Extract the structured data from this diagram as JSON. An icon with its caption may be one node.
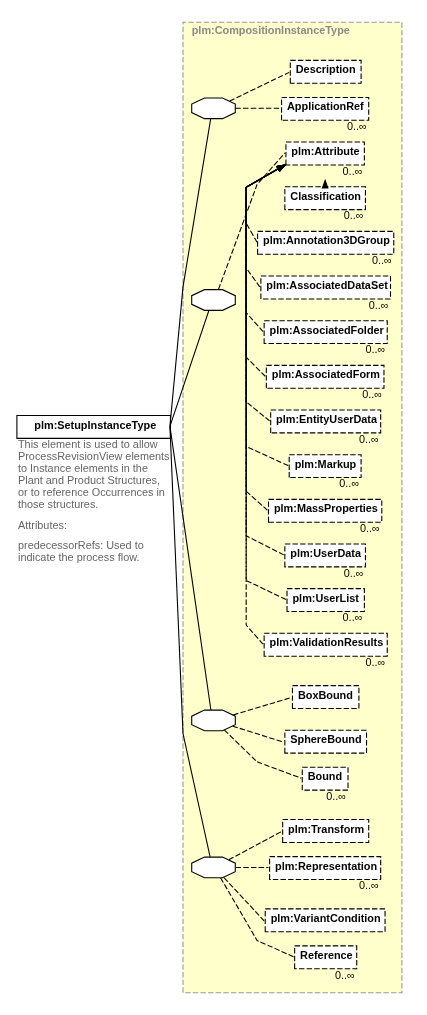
{
  "diagram": {
    "nodes": [
      {
        "text": [
          "plm:SetupInstanceType"
        ],
        "beside": [
          "This element is used to allow ProcessRevisionView elements to Instance elements in the Plant and Product Structures, or to reference Occurrences in those structures.",
          "Attributes:",
          "predecessorRefs: Used to indicate the process flow."
        ]
      },
      {
        "text": [
          "plm:CompositionInstanceType"
        ]
      },
      {
        "text": [],
        "shape": "octagon",
        "in": 1
      },
      {
        "text": [
          "Description"
        ],
        "in": 1
      },
      {
        "text": [
          "ApplicationRef"
        ],
        "in": 1,
        "beside": [
          "0..∞"
        ]
      },
      {
        "text": [],
        "shape": "octagon",
        "in": 1
      },
      {
        "text": [
          "plm:Attribute"
        ],
        "in": 1,
        "beside": [
          "0..∞"
        ]
      },
      {
        "text": [
          "Classification"
        ],
        "in": 1,
        "beside": [
          "0..∞"
        ]
      },
      {
        "text": [
          "plm:Annotation3DGroup"
        ],
        "in": 1,
        "beside": [
          "0..∞"
        ]
      },
      {
        "text": [
          "plm:AssociatedDataSet"
        ],
        "in": 1,
        "beside": [
          "0..∞"
        ]
      },
      {
        "text": [
          "plm:AssociatedFolder"
        ],
        "in": 1,
        "beside": [
          "0..∞"
        ]
      },
      {
        "text": [
          "plm:AssociatedForm"
        ],
        "in": 1,
        "beside": [
          "0..∞"
        ]
      },
      {
        "text": [
          "plm:EntityUserData"
        ],
        "in": 1,
        "beside": [
          "0..∞"
        ]
      },
      {
        "text": [
          "plm:Markup"
        ],
        "in": 1,
        "beside": [
          "0..∞"
        ]
      },
      {
        "text": [
          "plm:MassProperties"
        ],
        "in": 1,
        "beside": [
          "0..∞"
        ]
      },
      {
        "text": [
          "plm:UserData"
        ],
        "in": 1,
        "beside": [
          "0..∞"
        ]
      },
      {
        "text": [
          "plm:UserList"
        ],
        "in": 1,
        "beside": [
          "0..∞"
        ]
      },
      {
        "text": [
          "plm:ValidationResults"
        ],
        "in": 1,
        "beside": [
          "0..∞"
        ]
      },
      {
        "text": [],
        "shape": "octagon",
        "in": 1
      },
      {
        "text": [
          "BoxBound"
        ],
        "in": 1
      },
      {
        "text": [
          "SphereBound"
        ],
        "in": 1
      },
      {
        "text": [
          "Bound"
        ],
        "in": 1,
        "beside": [
          "0..∞"
        ]
      },
      {
        "text": [],
        "shape": "octagon",
        "in": 1
      },
      {
        "text": [
          "plm:Transform"
        ],
        "in": 1
      },
      {
        "text": [
          "plm:Representation"
        ],
        "in": 1,
        "beside": [
          "0..∞"
        ]
      },
      {
        "text": [
          "plm:VariantCondition"
        ],
        "in": 1
      },
      {
        "text": [
          "Reference"
        ],
        "in": 1,
        "beside": [
          "0..∞"
        ]
      }
    ],
    "edges": [
      {
        "from": 0,
        "to": 2,
        "arrow": "none"
      },
      {
        "from": 2,
        "to": 3,
        "arrow": "none",
        "style": "dashed"
      },
      {
        "from": 2,
        "to": 4,
        "arrow": "none",
        "style": "dashed"
      },
      {
        "from": 0,
        "to": 5,
        "arrow": "none"
      },
      {
        "from": 5,
        "to": 6,
        "arrow": "none",
        "style": "dashed"
      },
      {
        "from": 7,
        "to": 6,
        "arrow": "to",
        "style": "dashed"
      },
      {
        "from": 8,
        "to": 6,
        "arrow": "to",
        "style": "dashed"
      },
      {
        "from": 9,
        "to": 6,
        "arrow": "to",
        "style": "dashed"
      },
      {
        "from": 10,
        "to": 6,
        "arrow": "to",
        "style": "dashed"
      },
      {
        "from": 11,
        "to": 6,
        "arrow": "to",
        "style": "dashed"
      },
      {
        "from": 12,
        "to": 6,
        "arrow": "to",
        "style": "dashed"
      },
      {
        "from": 13,
        "to": 6,
        "arrow": "to",
        "style": "dashed"
      },
      {
        "from": 14,
        "to": 6,
        "arrow": "to",
        "style": "dashed"
      },
      {
        "from": 15,
        "to": 6,
        "arrow": "to",
        "style": "dashed"
      },
      {
        "from": 16,
        "to": 6,
        "arrow": "to",
        "style": "dashed"
      },
      {
        "from": 17,
        "to": 6,
        "arrow": "to",
        "style": "dashed"
      },
      {
        "from": 0,
        "to": 18,
        "arrow": "none"
      },
      {
        "from": 18,
        "to": 19,
        "arrow": "none",
        "style": "dashed"
      },
      {
        "from": 18,
        "to": 20,
        "arrow": "none",
        "style": "dashed"
      },
      {
        "from": 18,
        "to": 21,
        "arrow": "none",
        "style": "dashed"
      },
      {
        "from": 0,
        "to": 22,
        "arrow": "none"
      },
      {
        "from": 22,
        "to": 23,
        "arrow": "none",
        "style": "dashed"
      },
      {
        "from": 22,
        "to": 24,
        "arrow": "none",
        "style": "dashed"
      },
      {
        "from": 22,
        "to": 25,
        "arrow": "none",
        "style": "dashed"
      },
      {
        "from": 22,
        "to": 26,
        "arrow": "none",
        "style": "dashed"
      }
    ]
  }
}
